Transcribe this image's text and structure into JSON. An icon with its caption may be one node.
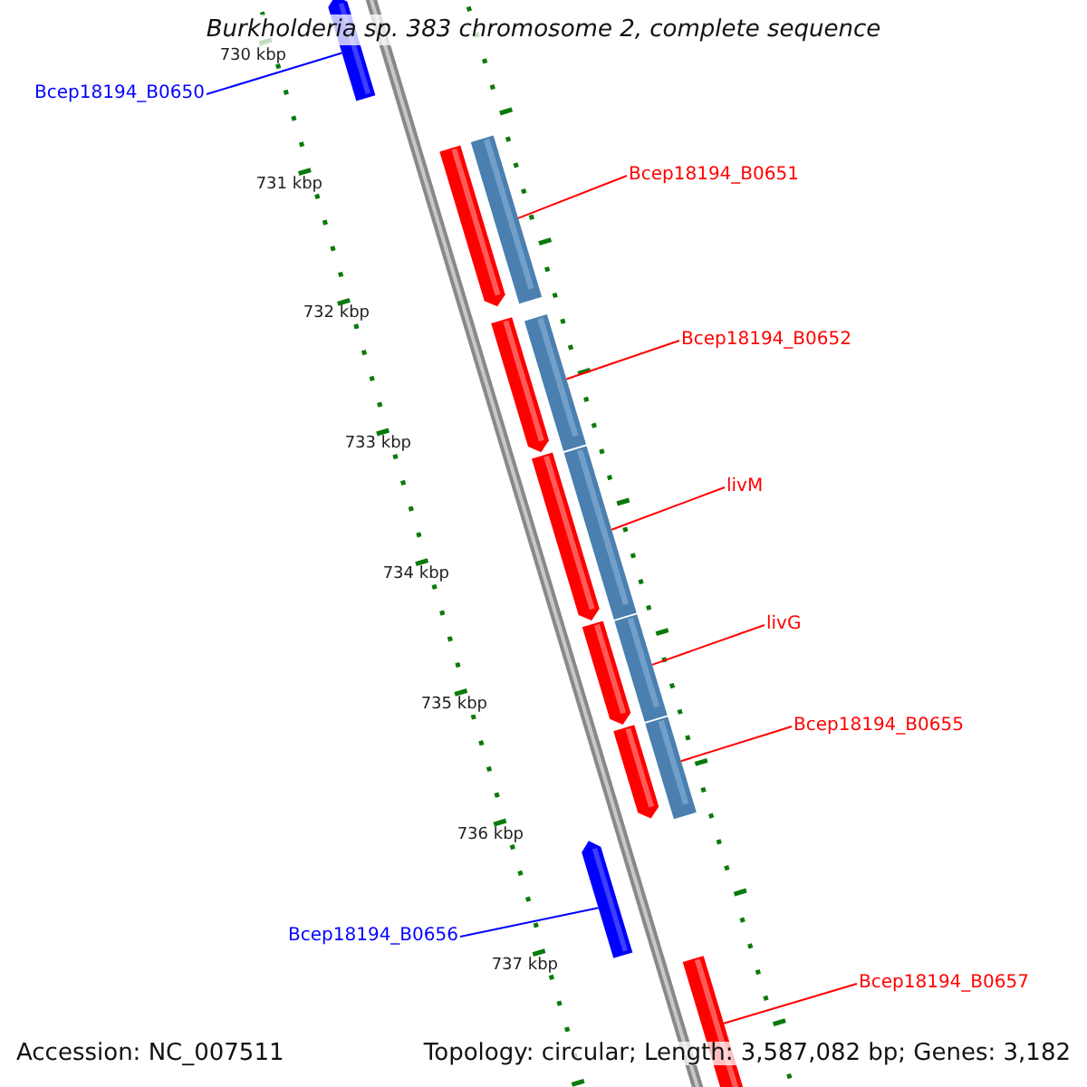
{
  "diagram": {
    "title": "Burkholderia sp. 383 chromosome 2, complete sequence",
    "nodes": [
      {
        "text": [
          "Bcep18194_B0650"
        ]
      },
      {
        "text": [
          "Bcep18194_B0651"
        ]
      },
      {
        "text": [
          "Bcep18194_B0652"
        ]
      },
      {
        "text": [
          "livM"
        ]
      },
      {
        "text": [
          "livG"
        ]
      },
      {
        "text": [
          "Bcep18194_B0655"
        ]
      },
      {
        "text": [
          "Bcep18194_B0656"
        ]
      },
      {
        "text": [
          "Bcep18194_B0657"
        ]
      },
      {
        "text": [],
        "shape": "pentagon"
      },
      {
        "text": [],
        "shape": "pentagon"
      },
      {
        "text": [],
        "shape": "bar"
      },
      {
        "text": [],
        "shape": "pentagon"
      },
      {
        "text": [],
        "shape": "bar"
      },
      {
        "text": [],
        "shape": "pentagon"
      },
      {
        "text": [],
        "shape": "bar"
      },
      {
        "text": [],
        "shape": "pentagon"
      },
      {
        "text": [],
        "shape": "bar"
      },
      {
        "text": [],
        "shape": "pentagon"
      },
      {
        "text": [],
        "shape": "bar"
      },
      {
        "text": [],
        "shape": "pentagon"
      },
      {
        "text": [],
        "shape": "pentagon"
      }
    ],
    "edges": [
      {
        "from": 0,
        "to": 8,
        "arrow": "none",
        "color": "#0000ff"
      },
      {
        "from": 1,
        "to": 10,
        "arrow": "none"
      },
      {
        "from": 2,
        "to": 12,
        "arrow": "none"
      },
      {
        "from": 3,
        "to": 14,
        "arrow": "none"
      },
      {
        "from": 4,
        "to": 16,
        "arrow": "none"
      },
      {
        "from": 5,
        "to": 18,
        "arrow": "none"
      },
      {
        "from": 6,
        "to": 19,
        "arrow": "none",
        "color": "#0000ff"
      },
      {
        "from": 7,
        "to": 20,
        "arrow": "none"
      }
    ],
    "labels": [
      "730 kbp",
      "731 kbp",
      "732 kbp",
      "733 kbp",
      "734 kbp",
      "735 kbp",
      "736 kbp",
      "737 kbp",
      "Accession: NC_007511",
      "Topology: circular; Length: 3,587,082 bp; Genes: 3,182"
    ]
  }
}
